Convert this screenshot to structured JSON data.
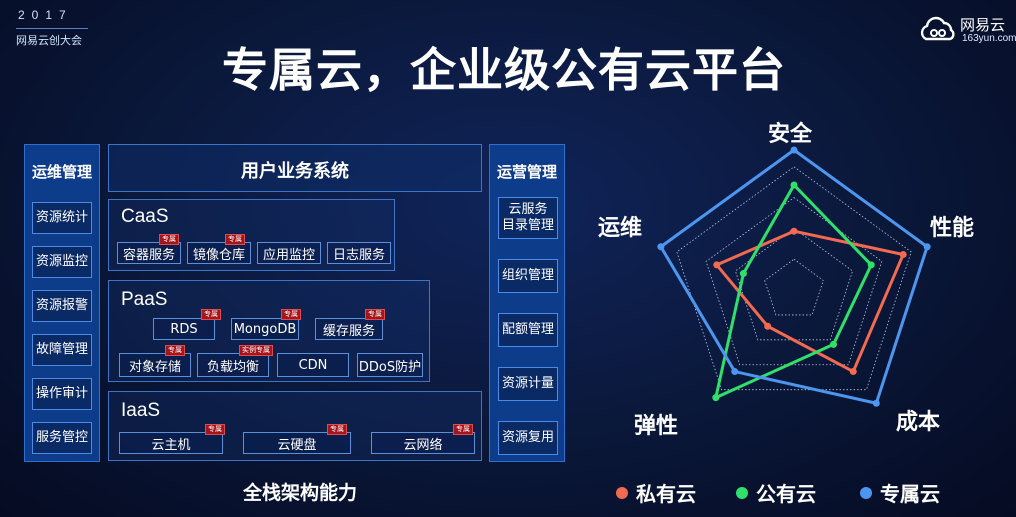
{
  "event": {
    "year": "2017",
    "name": "网易云创大会"
  },
  "brand": {
    "name": "网易云",
    "url": "163yun.com"
  },
  "title": "专属云，企业级公有云平台",
  "left_panel": {
    "title": "运维管理",
    "items": [
      "资源统计",
      "资源监控",
      "资源报警",
      "故障管理",
      "操作审计",
      "服务管控"
    ]
  },
  "right_panel": {
    "title": "运营管理",
    "items": [
      [
        "云服务",
        "目录管理"
      ],
      [
        "组织管理"
      ],
      [
        "配额管理"
      ],
      [
        "资源计量"
      ],
      [
        "资源复用"
      ]
    ]
  },
  "user_system": "用户业务系统",
  "caas": {
    "title": "CaaS",
    "services": [
      {
        "label": "容器服务",
        "tag": "专属"
      },
      {
        "label": "镜像仓库",
        "tag": "专属"
      },
      {
        "label": "应用监控",
        "tag": ""
      },
      {
        "label": "日志服务",
        "tag": ""
      }
    ]
  },
  "paas": {
    "title": "PaaS",
    "services": [
      {
        "label": "RDS",
        "tag": "专属"
      },
      {
        "label": "MongoDB",
        "tag": "专属"
      },
      {
        "label": "缓存服务",
        "tag": "专属"
      },
      {
        "label": "对象存储",
        "tag": "专属"
      },
      {
        "label": "负载均衡",
        "tag": "实例专属"
      },
      {
        "label": "CDN",
        "tag": ""
      },
      {
        "label": "DDoS防护",
        "tag": ""
      }
    ]
  },
  "iaas": {
    "title": "IaaS",
    "services": [
      {
        "label": "云主机",
        "tag": "专属"
      },
      {
        "label": "云硬盘",
        "tag": "专属"
      },
      {
        "label": "云网络",
        "tag": "专属"
      }
    ]
  },
  "stack_caption": "全栈架构能力",
  "radar": {
    "axes": [
      "安全",
      "性能",
      "成本",
      "弹性",
      "运维"
    ],
    "series": [
      {
        "name": "私有云",
        "color": "#f26a4f",
        "values": [
          0.42,
          0.82,
          0.72,
          0.32,
          0.58
        ]
      },
      {
        "name": "公有云",
        "color": "#2fe06a",
        "values": [
          0.75,
          0.58,
          0.48,
          0.95,
          0.38
        ]
      },
      {
        "name": "专属云",
        "color": "#4d96f0",
        "values": [
          1.0,
          1.0,
          1.0,
          0.72,
          1.0
        ]
      }
    ]
  },
  "colors": {
    "side_panel": "#0d3c8a",
    "accent": "#2e6fd0",
    "tag": "#a3161d"
  }
}
